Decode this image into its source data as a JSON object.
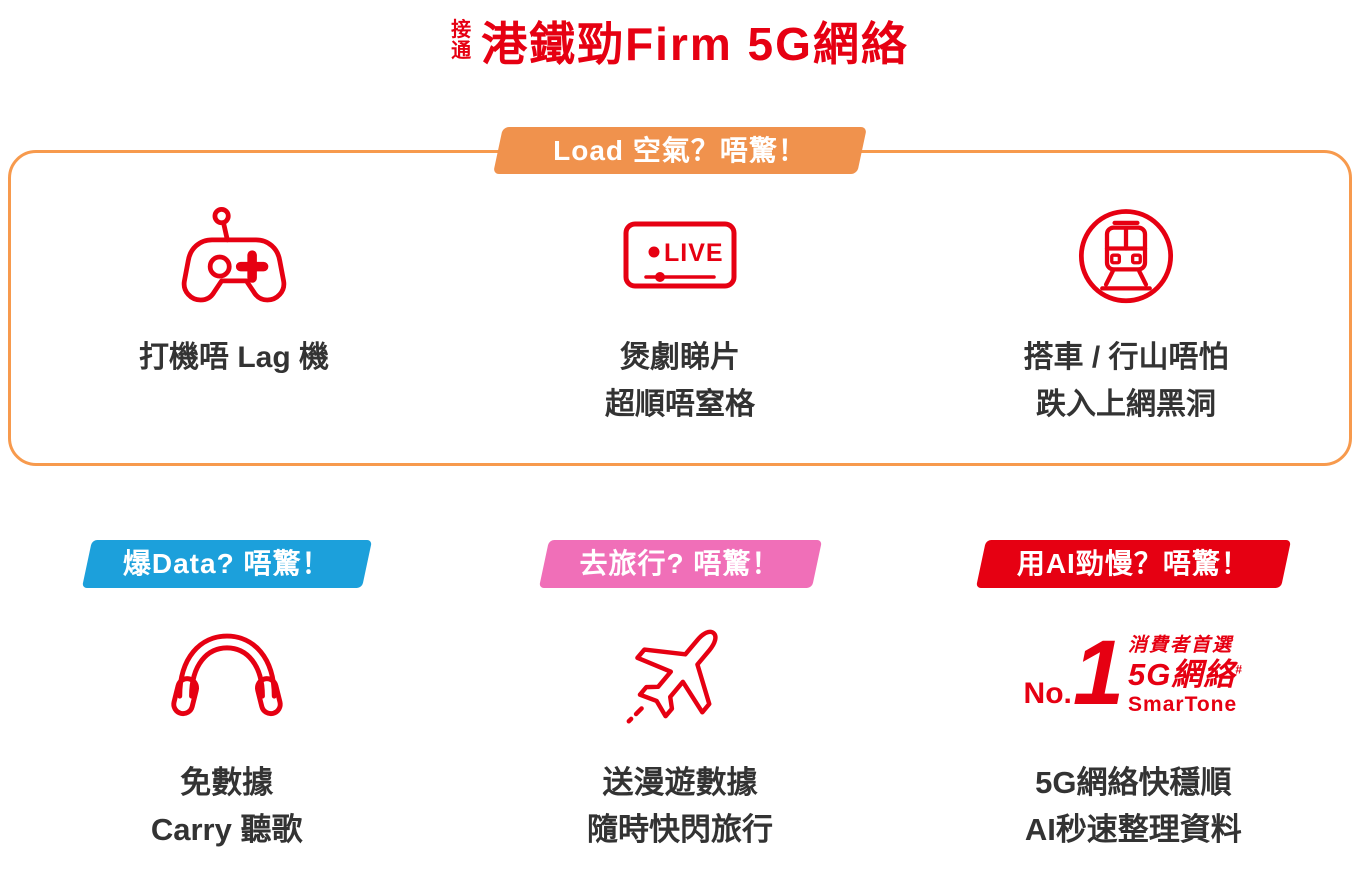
{
  "colors": {
    "brand_red": "#E60012",
    "panel_border_orange": "#F79A4D",
    "badge_orange": "#F0924D",
    "badge_blue": "#1CA0DB",
    "badge_pink": "#F06FB8",
    "badge_red": "#E60012",
    "text_dark": "#333333"
  },
  "header": {
    "prefix_top": "接",
    "prefix_bottom": "通",
    "title": "港鐵勁Firm 5G網絡"
  },
  "panel": {
    "badge": "Load 空氣？唔驚！",
    "items": [
      {
        "icon": "gamepad-icon",
        "line1": "打機唔 Lag 機",
        "line2": ""
      },
      {
        "icon": "live-video-icon",
        "icon_label": "LIVE",
        "line1": "煲劇睇片",
        "line2": "超順唔窒格"
      },
      {
        "icon": "train-icon",
        "line1": "搭車 / 行山唔怕",
        "line2": "跌入上網黑洞"
      }
    ]
  },
  "features": {
    "items": [
      {
        "badge": "爆Data? 唔驚！",
        "badge_color": "#1CA0DB",
        "icon": "headphones-icon",
        "line1": "免數據",
        "line2": "Carry 聽歌"
      },
      {
        "badge": "去旅行? 唔驚！",
        "badge_color": "#F06FB8",
        "icon": "airplane-icon",
        "line1": "送漫遊數據",
        "line2": "隨時快閃旅行"
      },
      {
        "badge": "用AI勁慢？唔驚！",
        "badge_color": "#E60012",
        "icon": "smartone-no1-logo",
        "line1": "5G網絡快穩順",
        "line2": "AI秒速整理資料"
      }
    ]
  },
  "logo": {
    "no": "No.",
    "one": "1",
    "tagline": "消費者首選",
    "network": "5G網絡",
    "superscript": "#",
    "brand": "SmarTone"
  }
}
